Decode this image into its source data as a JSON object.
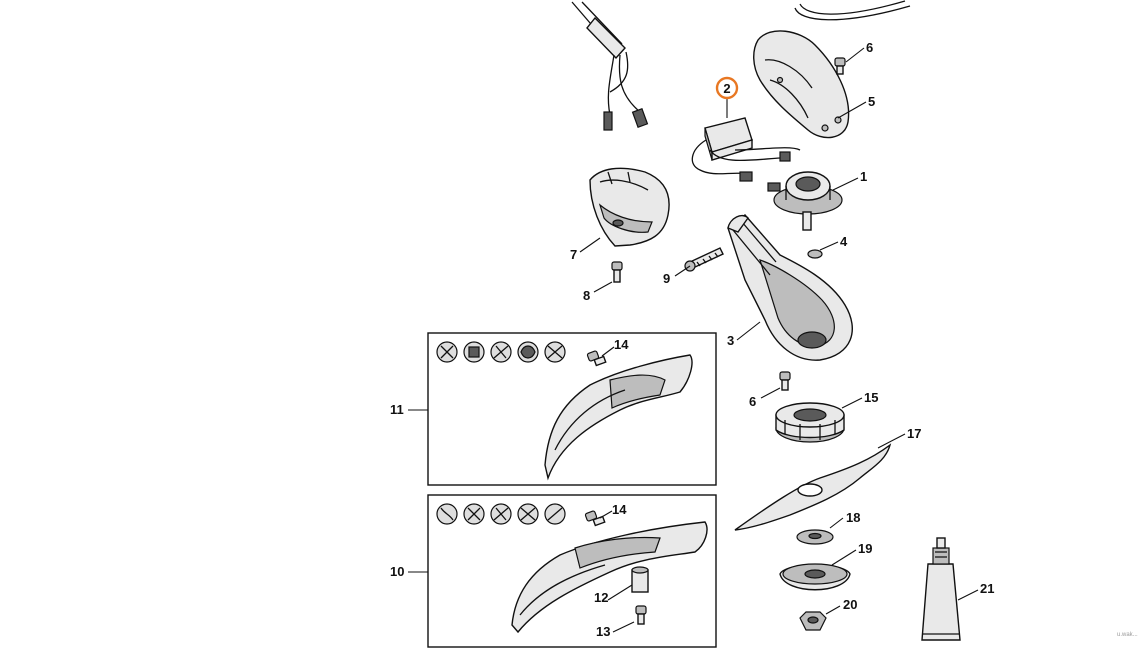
{
  "labels": {
    "l1": "1",
    "l2": "2",
    "l3": "3",
    "l4": "4",
    "l5": "5",
    "l6a": "6",
    "l6b": "6",
    "l7": "7",
    "l8": "8",
    "l9": "9",
    "l10": "10",
    "l11": "11",
    "l12": "12",
    "l13": "13",
    "l14a": "14",
    "l14b": "14",
    "l15": "15",
    "l17": "17",
    "l18": "18",
    "l19": "19",
    "l20": "20",
    "l21": "21"
  },
  "highlight_color": "#e87722",
  "watermark": "u.wak..."
}
